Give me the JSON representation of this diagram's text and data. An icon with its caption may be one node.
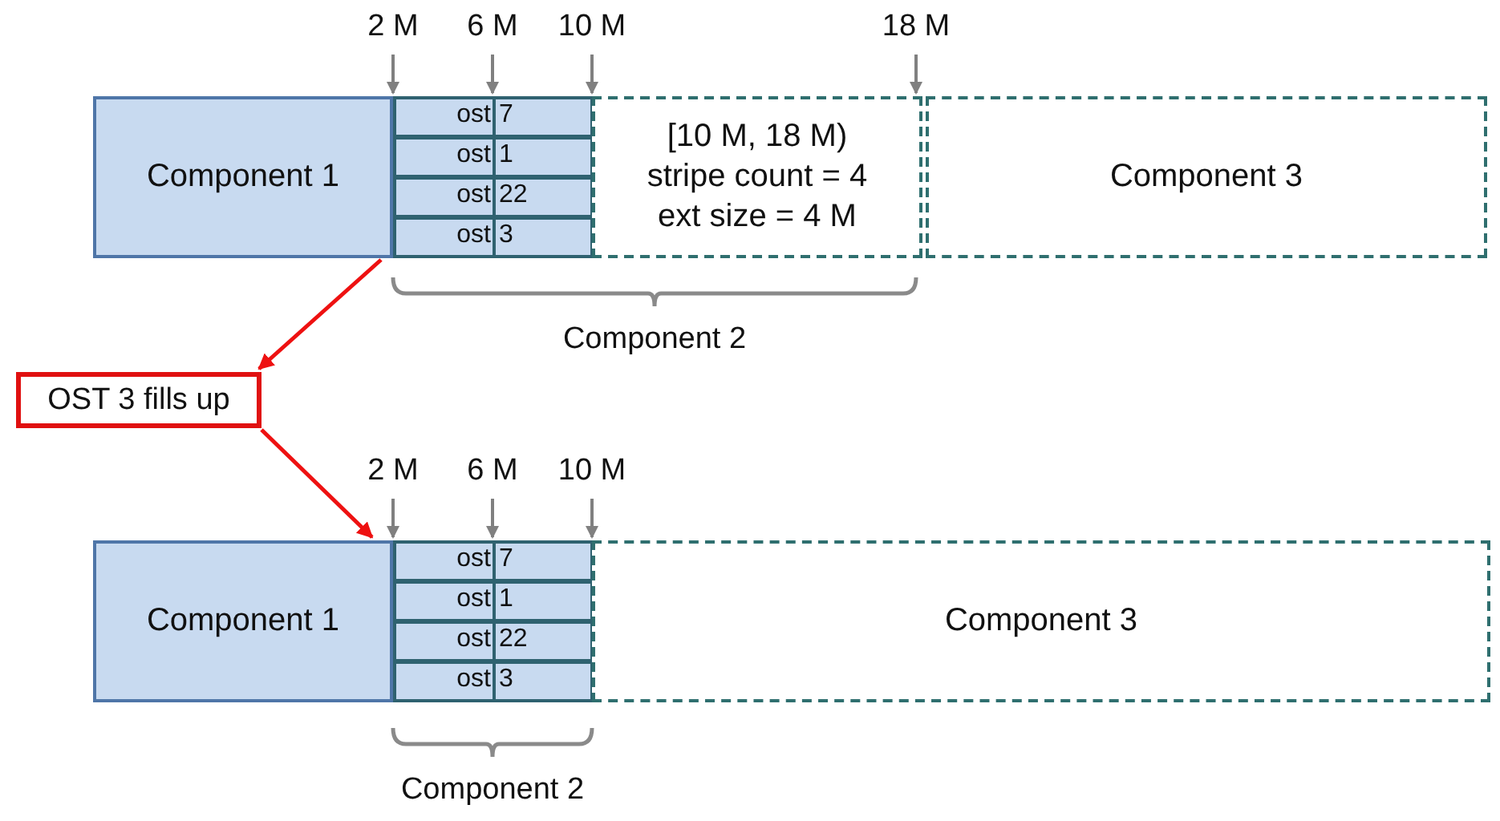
{
  "diagram": {
    "nodes": [
      {
        "text": [
          "Component 1"
        ]
      },
      {
        "text": [
          "ost",
          "7"
        ]
      },
      {
        "text": [
          "ost",
          "1"
        ]
      },
      {
        "text": [
          "ost",
          "22"
        ]
      },
      {
        "text": [
          "ost",
          "3"
        ]
      },
      {
        "text": [
          "[10 M, 18 M) stripe count = 4 ext size = 4 M"
        ]
      },
      {
        "text": [
          "Component 3"
        ]
      },
      {
        "text": [
          "OST 3 fills up"
        ]
      },
      {
        "text": [
          "Component 1"
        ]
      },
      {
        "text": [
          "ost",
          "7"
        ]
      },
      {
        "text": [
          "ost",
          "1"
        ]
      },
      {
        "text": [
          "ost",
          "22"
        ]
      },
      {
        "text": [
          "ost",
          "3"
        ]
      },
      {
        "text": [
          "Component 3"
        ]
      }
    ],
    "edges": [
      {
        "from": 0,
        "to": 7,
        "arrow": "to"
      },
      {
        "from": 7,
        "to": 8,
        "arrow": "to"
      }
    ],
    "labels": [
      "2 M",
      "6 M",
      "10 M",
      "18 M",
      "Component 2",
      "2 M",
      "6 M",
      "10 M",
      "Component 2"
    ]
  }
}
